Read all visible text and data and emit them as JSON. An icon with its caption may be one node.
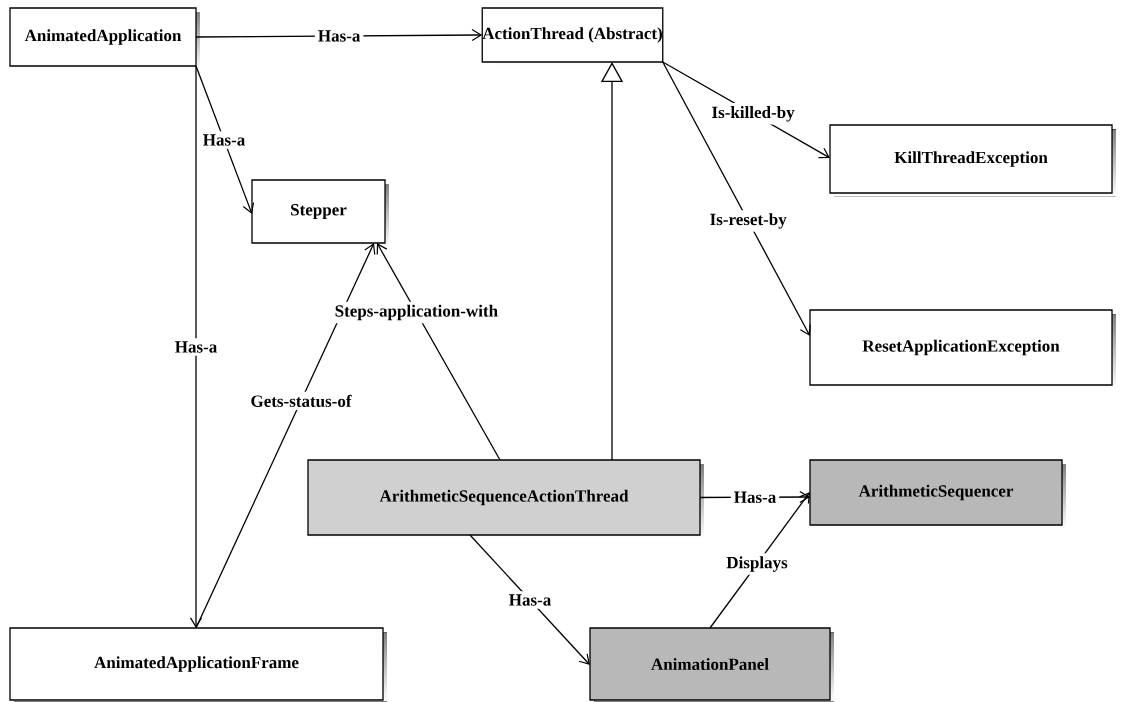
{
  "diagram": {
    "nodes": [
      {
        "text": [
          "AnimatedApplication"
        ]
      },
      {
        "text": [
          "ActionThread (Abstract)"
        ]
      },
      {
        "text": [
          "Stepper"
        ]
      },
      {
        "text": [
          "KillThreadException"
        ]
      },
      {
        "text": [
          "ResetApplicationException"
        ]
      },
      {
        "text": [
          "ArithmeticSequenceActionThread"
        ]
      },
      {
        "text": [
          "ArithmeticSequencer"
        ]
      },
      {
        "text": [
          "AnimatedApplicationFrame"
        ]
      },
      {
        "text": [
          "AnimationPanel"
        ]
      }
    ],
    "edges": [
      {
        "from": 0,
        "to": 1,
        "arrow": "to",
        "label": "Has-a"
      },
      {
        "from": 0,
        "to": 2,
        "arrow": "to",
        "label": "Has-a"
      },
      {
        "from": 0,
        "to": 7,
        "arrow": "to",
        "label": "Has-a"
      },
      {
        "from": 7,
        "to": 2,
        "arrow": "to",
        "label": "Gets-status-of"
      },
      {
        "from": 5,
        "to": 2,
        "arrow": "to",
        "label": "Steps-application-with"
      },
      {
        "from": 5,
        "to": 1,
        "arrow": "to"
      },
      {
        "from": 1,
        "to": 3,
        "arrow": "to",
        "label": "Is-killed-by"
      },
      {
        "from": 1,
        "to": 4,
        "arrow": "to",
        "label": "Is-reset-by"
      },
      {
        "from": 5,
        "to": 6,
        "arrow": "to",
        "label": "Has-a"
      },
      {
        "from": 5,
        "to": 8,
        "arrow": "to",
        "label": "Has-a"
      },
      {
        "from": 8,
        "to": 6,
        "arrow": "to",
        "label": "Displays"
      }
    ]
  }
}
